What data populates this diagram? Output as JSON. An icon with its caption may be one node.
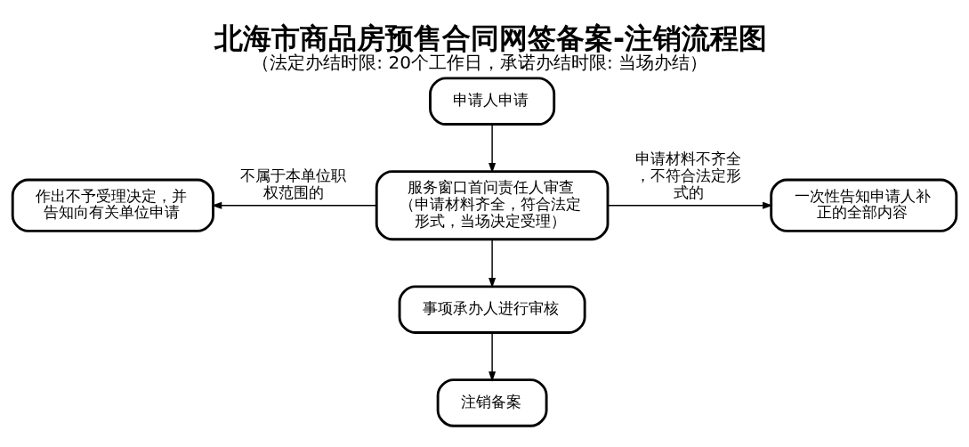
{
  "diagram": {
    "title": "北海市商品房预售合同网签备案-注销流程图",
    "caption": "（法定办结时限: 20个工作日，承诺办结时限: 当场办结）",
    "nodes": [
      {
        "text": [
          "申请人申请"
        ]
      },
      {
        "text": [
          "服务窗口首问责任人审查",
          "（申请材料齐全，符合法定形式，当场决定受理）"
        ]
      },
      {
        "text": [
          "作出不予受理决定，并告知向有关单位申请"
        ]
      },
      {
        "text": [
          "一次性告知申请人补正的全部内容"
        ]
      },
      {
        "text": [
          "事项承办人进行审核"
        ]
      },
      {
        "text": [
          "注销备案"
        ]
      }
    ],
    "edges": [
      {
        "from": 0,
        "to": 1,
        "arrow": "to"
      },
      {
        "from": 1,
        "to": 2,
        "arrow": "to",
        "label": "不属于本单位职权范围的"
      },
      {
        "from": 1,
        "to": 3,
        "arrow": "to",
        "label": "申请材料不齐全，不符合法定形式的"
      },
      {
        "from": 1,
        "to": 4,
        "arrow": "to"
      },
      {
        "from": 4,
        "to": 5,
        "arrow": "to"
      }
    ]
  }
}
